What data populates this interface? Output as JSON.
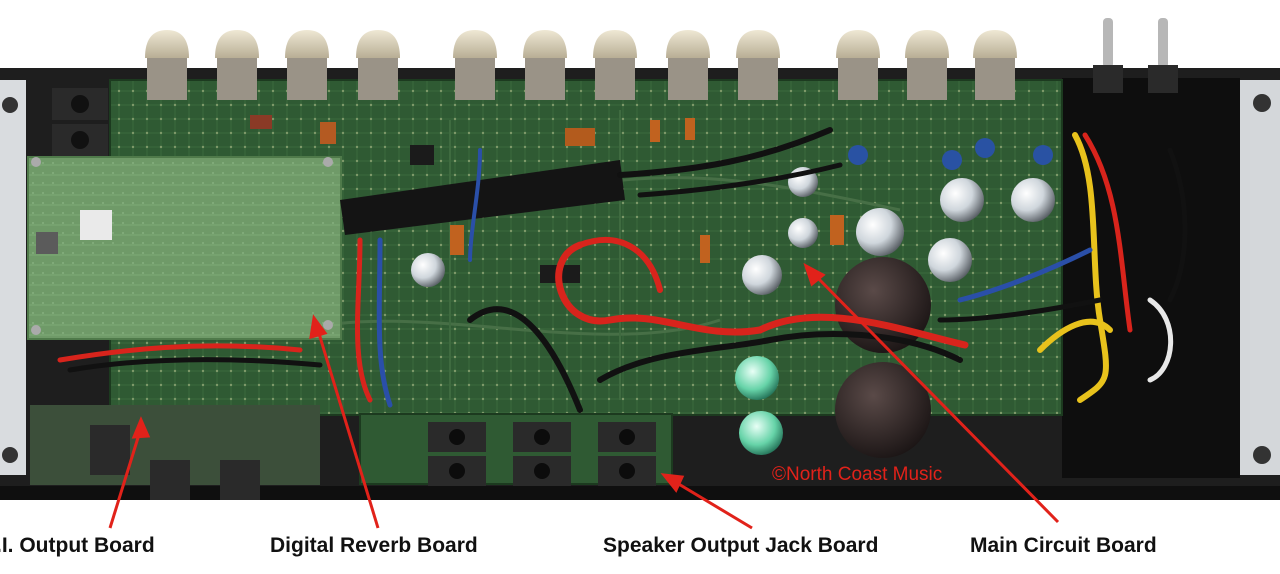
{
  "labels": {
    "di_output_board": ".I. Output Board",
    "digital_reverb_board": "Digital Reverb Board",
    "speaker_output_jack_board": "Speaker Output Jack Board",
    "main_circuit_board": "Main Circuit Board"
  },
  "watermark": "©North Coast Music",
  "colors": {
    "arrow": "#e1221a",
    "pcb_green": "#2f5a33",
    "chassis": "#1e1e1e",
    "wire_red": "#d8241c",
    "wire_black": "#111111",
    "wire_blue": "#2a4fa8",
    "wire_yellow": "#e8c21c",
    "knob": "#d8cfb6"
  }
}
